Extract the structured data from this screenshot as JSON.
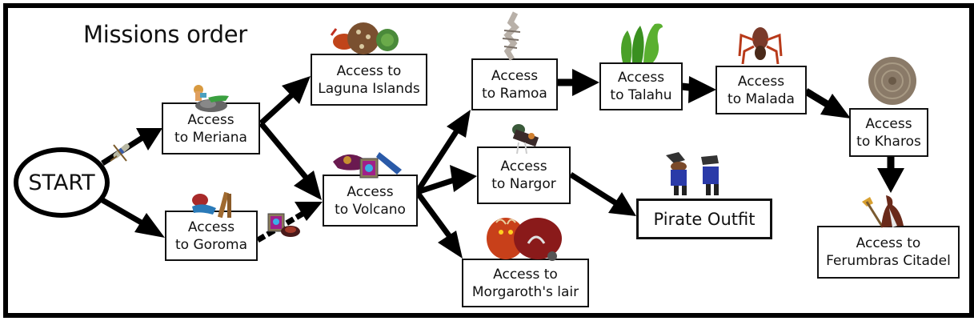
{
  "title": "Missions order",
  "start": {
    "label": "START"
  },
  "nodes": {
    "meriana": {
      "label": "Access\nto Meriana",
      "icon": "mermaid-icon"
    },
    "goroma": {
      "label": "Access\nto Goroma",
      "icon": "sea-creature-and-plank-icon"
    },
    "laguna": {
      "label": "Access to\nLaguna Islands",
      "icon": "crab-and-turtle-icon"
    },
    "volcano": {
      "label": "Access\nto Volcano",
      "icon": "scroll-book-and-weapon-icon"
    },
    "ramoa": {
      "label": "Access\nto Ramoa",
      "icon": "skeleton-icon"
    },
    "nargor": {
      "label": "Access\nto Nargor",
      "icon": "pirate-skeleton-icon"
    },
    "morgaroth": {
      "label": "Access to\nMorgaroth's lair",
      "icon": "demons-icon"
    },
    "talahu": {
      "label": "Access\nto Talahu",
      "icon": "hydra-icon"
    },
    "malada": {
      "label": "Access\nto Malada",
      "icon": "spider-icon"
    },
    "kharos": {
      "label": "Access\nto Kharos",
      "icon": "stone-portal-icon"
    },
    "ferumbras": {
      "label": "Access to\nFerumbras Citadel",
      "icon": "ferumbras-mage-icon"
    },
    "pirate": {
      "label": "Pirate Outfit",
      "icon": "pirate-outfits-icon"
    }
  },
  "edge_items": {
    "start_to_meriana": "scroll-and-rake-icon",
    "goroma_to_volcano": "spellbook-and-boar-icon"
  },
  "edges": [
    [
      "start",
      "meriana"
    ],
    [
      "start",
      "goroma"
    ],
    [
      "meriana",
      "laguna"
    ],
    [
      "meriana",
      "volcano"
    ],
    [
      "goroma",
      "volcano"
    ],
    [
      "volcano",
      "ramoa"
    ],
    [
      "volcano",
      "nargor"
    ],
    [
      "volcano",
      "morgaroth"
    ],
    [
      "ramoa",
      "talahu"
    ],
    [
      "talahu",
      "malada"
    ],
    [
      "malada",
      "kharos"
    ],
    [
      "kharos",
      "ferumbras"
    ],
    [
      "nargor",
      "pirate"
    ]
  ]
}
